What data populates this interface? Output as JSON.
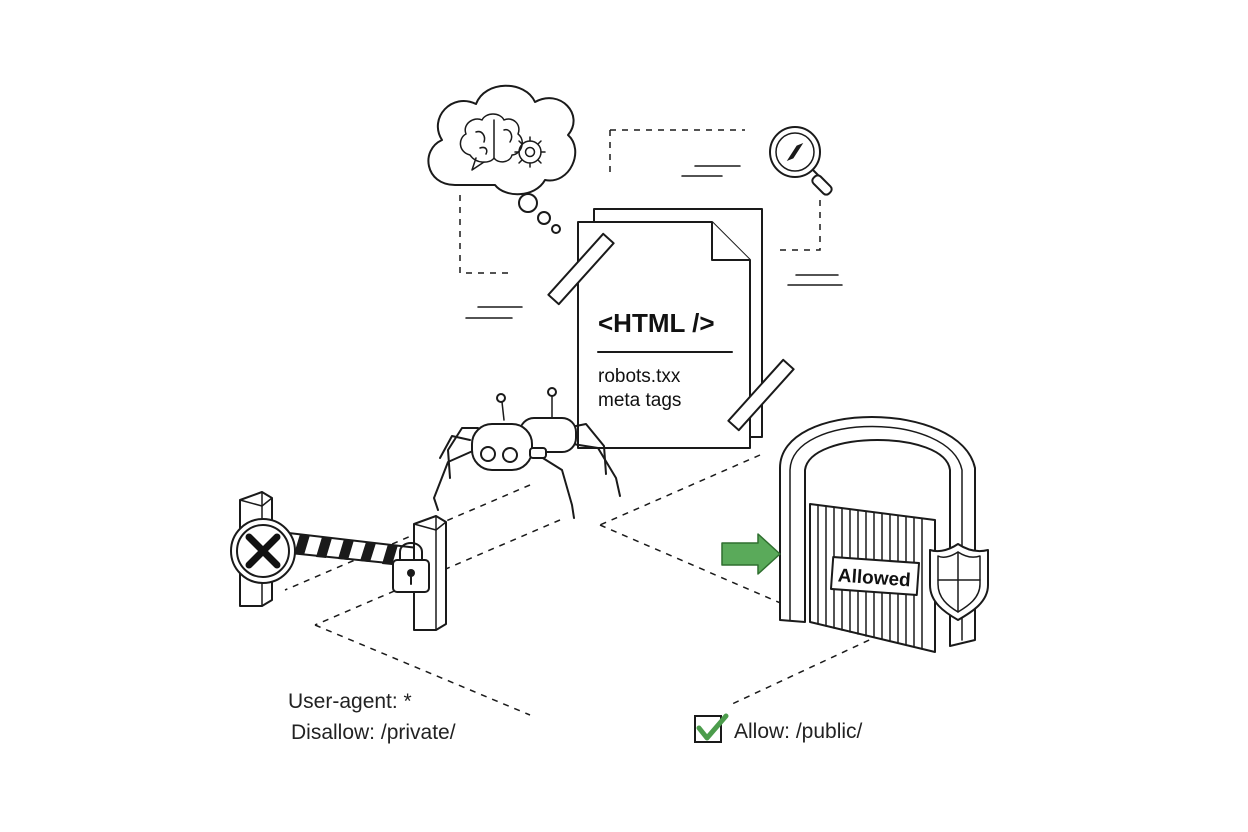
{
  "document": {
    "title": "<HTML />",
    "line1": "robots.txx",
    "line2": "meta tags"
  },
  "gate": {
    "badge": "Allowed"
  },
  "rules": {
    "user_agent": "User-agent: *",
    "disallow": "Disallow: /private/",
    "allow": "Allow: /public/"
  },
  "icons": [
    "brain-icon",
    "gear-icon",
    "compass-magnifier-icon",
    "spider-robot-icon",
    "x-mark-icon",
    "padlock-icon",
    "shield-icon",
    "arrow-icon",
    "checkbox-icon"
  ],
  "colors": {
    "ink": "#1a1a1a",
    "accent_green": "#5aaa5a"
  }
}
